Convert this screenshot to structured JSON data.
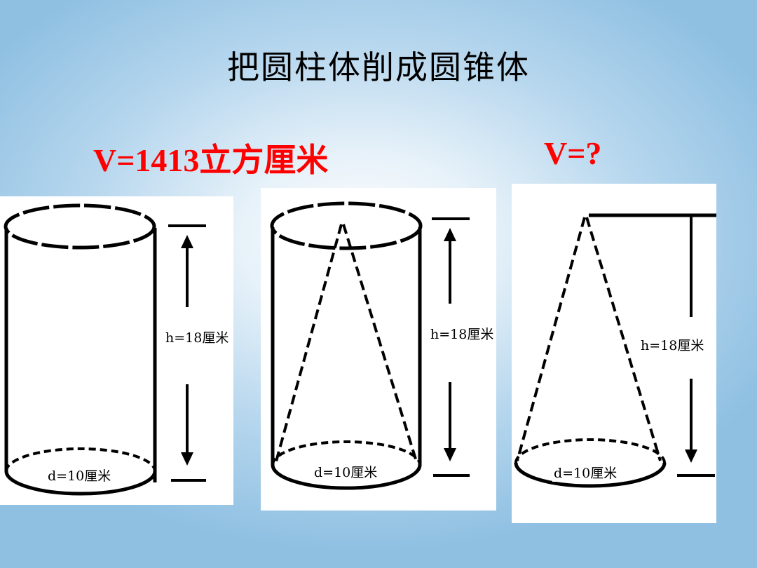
{
  "slide": {
    "title": "把圆柱体削成圆锥体",
    "volume_cylinder": "V=1413立方厘米",
    "volume_cone": "V=?"
  },
  "figures": [
    {
      "name": "cylinder",
      "height_label": "h=18厘米",
      "diameter_label": "d=10厘米"
    },
    {
      "name": "cylinder-with-cone",
      "height_label": "h=18厘米",
      "diameter_label": "d=10厘米"
    },
    {
      "name": "cone",
      "height_label": "h=18厘米",
      "diameter_label": "d=10厘米"
    }
  ]
}
